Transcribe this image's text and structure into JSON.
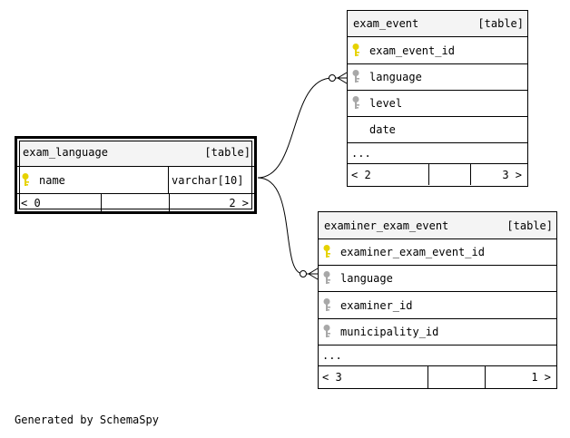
{
  "tables": {
    "exam_language": {
      "name": "exam_language",
      "tag": "[table]",
      "columns": [
        {
          "name": "name",
          "type": "varchar[10]",
          "key": "primary"
        }
      ],
      "footer": {
        "left": "< 0",
        "right": "2 >"
      }
    },
    "exam_event": {
      "name": "exam_event",
      "tag": "[table]",
      "columns": [
        {
          "name": "exam_event_id",
          "key": "primary"
        },
        {
          "name": "language",
          "key": "foreign"
        },
        {
          "name": "level",
          "key": "foreign"
        },
        {
          "name": "date",
          "key": "none"
        }
      ],
      "more": "...",
      "footer": {
        "left": "< 2",
        "right": "3 >"
      }
    },
    "examiner_exam_event": {
      "name": "examiner_exam_event",
      "tag": "[table]",
      "columns": [
        {
          "name": "examiner_exam_event_id",
          "key": "primary"
        },
        {
          "name": "language",
          "key": "foreign"
        },
        {
          "name": "examiner_id",
          "key": "foreign"
        },
        {
          "name": "municipality_id",
          "key": "foreign"
        }
      ],
      "more": "...",
      "footer": {
        "left": "< 3",
        "right": "1 >"
      }
    }
  },
  "colors": {
    "primary_key": "#e6d200",
    "foreign_key": "#a8a8a8",
    "header_bg": "#f4f4f4"
  },
  "generated_by": "Generated by SchemaSpy"
}
